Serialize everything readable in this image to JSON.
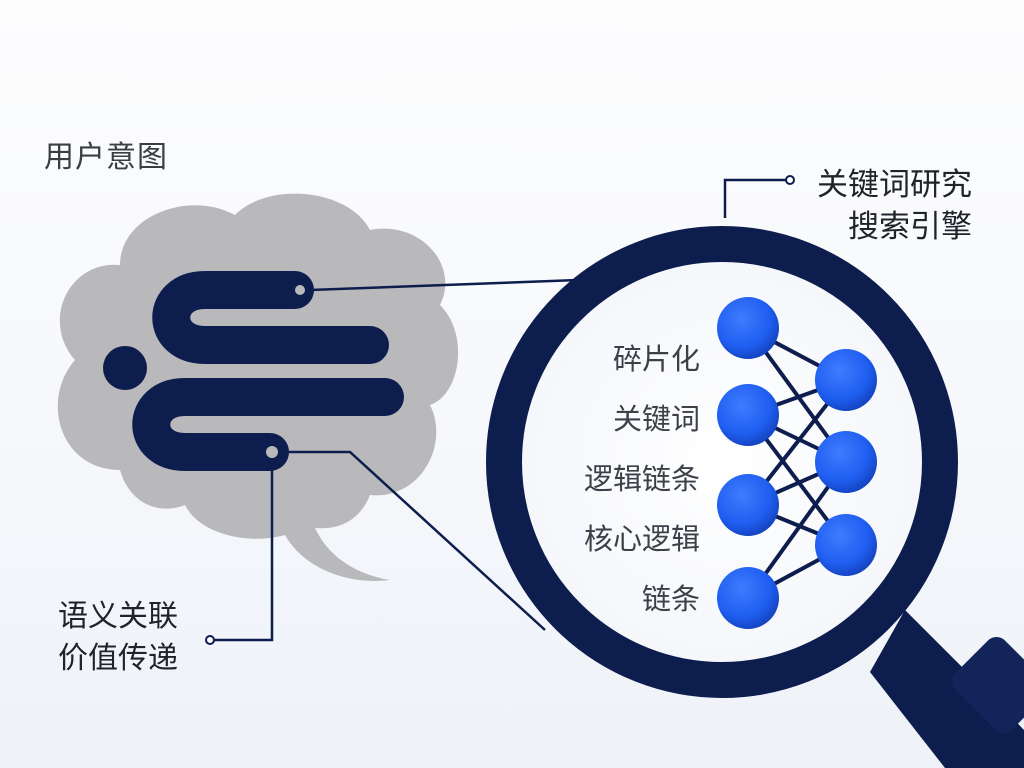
{
  "title": "用户意图",
  "callout_top": {
    "line1": "关键词研究",
    "line2": "搜索引擎"
  },
  "callout_bottom": {
    "line1": "语义关联",
    "line2": "价值传递"
  },
  "node_labels": [
    "碎片化",
    "关键词",
    "逻辑链条",
    "核心逻辑",
    "链条"
  ],
  "colors": {
    "navy": "#0d1d4d",
    "cloud": "#b9b9bb",
    "node": "#1f5ef0",
    "node_dark": "#0b2aa8",
    "edge": "#0d1d4d"
  },
  "icons": [
    "thought-cloud-icon",
    "magnifying-glass-icon",
    "neural-network-icon"
  ]
}
